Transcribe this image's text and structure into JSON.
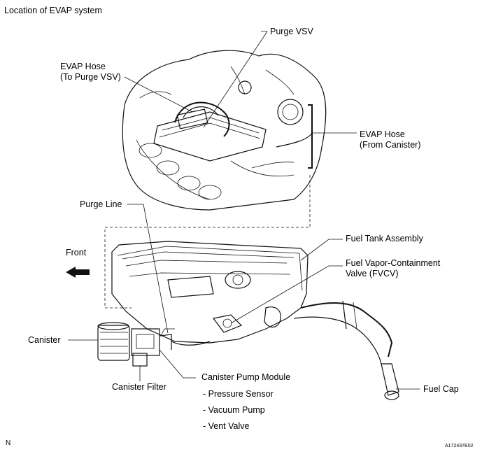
{
  "title": "Location of EVAP system",
  "labels": {
    "purge_vsv": "Purge VSV",
    "evap_hose_to_line1": "EVAP Hose",
    "evap_hose_to_line2": "(To Purge VSV)",
    "evap_hose_from_line1": "EVAP Hose",
    "evap_hose_from_line2": "(From Canister)",
    "purge_line": "Purge Line",
    "front": "Front",
    "fuel_tank_assembly": "Fuel Tank Assembly",
    "fvcv_line1": "Fuel Vapor-Containment",
    "fvcv_line2": "Valve (FVCV)",
    "canister": "Canister",
    "canister_filter": "Canister Filter",
    "canister_pump_module": "Canister Pump Module",
    "pressure_sensor": "- Pressure Sensor",
    "vacuum_pump": "- Vacuum Pump",
    "vent_valve": "- Vent Valve",
    "fuel_cap": "Fuel Cap"
  },
  "footer": {
    "left_code": "N",
    "figure_id": "A172437E02"
  },
  "colors": {
    "line": "#111111",
    "background": "#ffffff"
  }
}
